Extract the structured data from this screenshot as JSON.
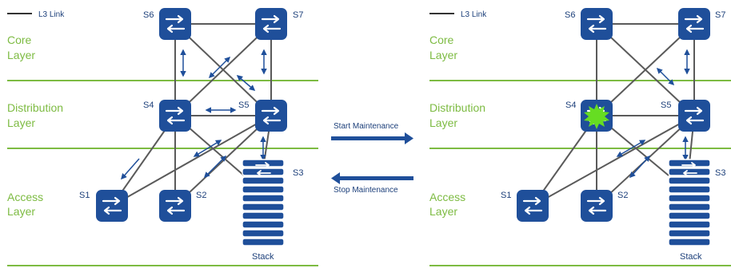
{
  "legend": {
    "label": "L3 Link"
  },
  "layers": {
    "core": "Core Layer",
    "distribution": "Distribution Layer",
    "access": "Access Layer"
  },
  "nodes": {
    "s1": "S1",
    "s2": "S2",
    "s3": "S3",
    "s4": "S4",
    "s5": "S5",
    "s6": "S6",
    "s7": "S7",
    "stack": "Stack"
  },
  "actions": {
    "start": "Start Maintenance",
    "stop": "Stop Maintenance"
  },
  "colors": {
    "switch_blue": "#1f4f9a",
    "layer_green": "#7dbb42",
    "link_gray": "#5a5a5a",
    "fault_green": "#66dd22"
  },
  "panels": [
    {
      "id": "before",
      "s4_state": "active"
    },
    {
      "id": "after",
      "s4_state": "maintenance"
    }
  ]
}
